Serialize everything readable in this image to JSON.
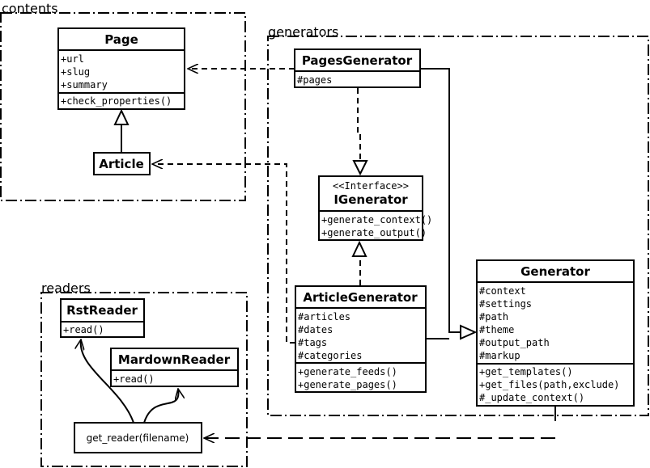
{
  "packages": {
    "contents": "contents",
    "generators": "generators",
    "readers": "readers"
  },
  "classes": {
    "page": {
      "name": "Page",
      "attributes": [
        "+url",
        "+slug",
        "+summary"
      ],
      "methods": [
        "+check_properties()"
      ]
    },
    "article": {
      "name": "Article"
    },
    "pages_generator": {
      "name": "PagesGenerator",
      "attributes": [
        "#pages"
      ]
    },
    "igenerator": {
      "stereotype": "<<Interface>>",
      "name": "IGenerator",
      "methods": [
        "+generate_context()",
        "+generate_output()"
      ]
    },
    "article_generator": {
      "name": "ArticleGenerator",
      "attributes": [
        "#articles",
        "#dates",
        "#tags",
        "#categories"
      ],
      "methods": [
        "+generate_feeds()",
        "+generate_pages()"
      ]
    },
    "generator": {
      "name": "Generator",
      "attributes": [
        "#context",
        "#settings",
        "#path",
        "#theme",
        "#output_path",
        "#markup"
      ],
      "methods": [
        "+get_templates()",
        "+get_files(path,exclude)",
        "#_update_context()"
      ]
    },
    "rst_reader": {
      "name": "RstReader",
      "methods": [
        "+read()"
      ]
    },
    "mardown_reader": {
      "name": "MardownReader",
      "methods": [
        "+read()"
      ]
    }
  },
  "functions": {
    "get_reader": "get_reader(filename)"
  }
}
